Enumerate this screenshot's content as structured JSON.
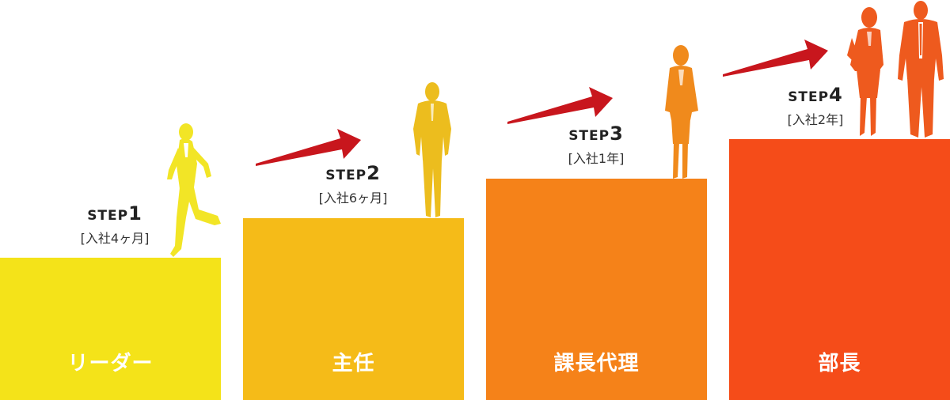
{
  "steps": [
    {
      "step_word": "STEP",
      "number": "1",
      "period": "[入社4ヶ月]",
      "title": "リーダー",
      "color": "#f4e319"
    },
    {
      "step_word": "STEP",
      "number": "2",
      "period": "[入社6ヶ月]",
      "title": "主任",
      "color": "#f5bb18"
    },
    {
      "step_word": "STEP",
      "number": "3",
      "period": "[入社1年]",
      "title": "課長代理",
      "color": "#f58219"
    },
    {
      "step_word": "STEP",
      "number": "4",
      "period": "[入社2年]",
      "title": "部長",
      "color": "#f54c19"
    }
  ],
  "arrow_color": "#c8161d",
  "figure_colors": [
    "#f2e526",
    "#ecbd1e",
    "#f08a1c",
    "#ee5a1e"
  ]
}
